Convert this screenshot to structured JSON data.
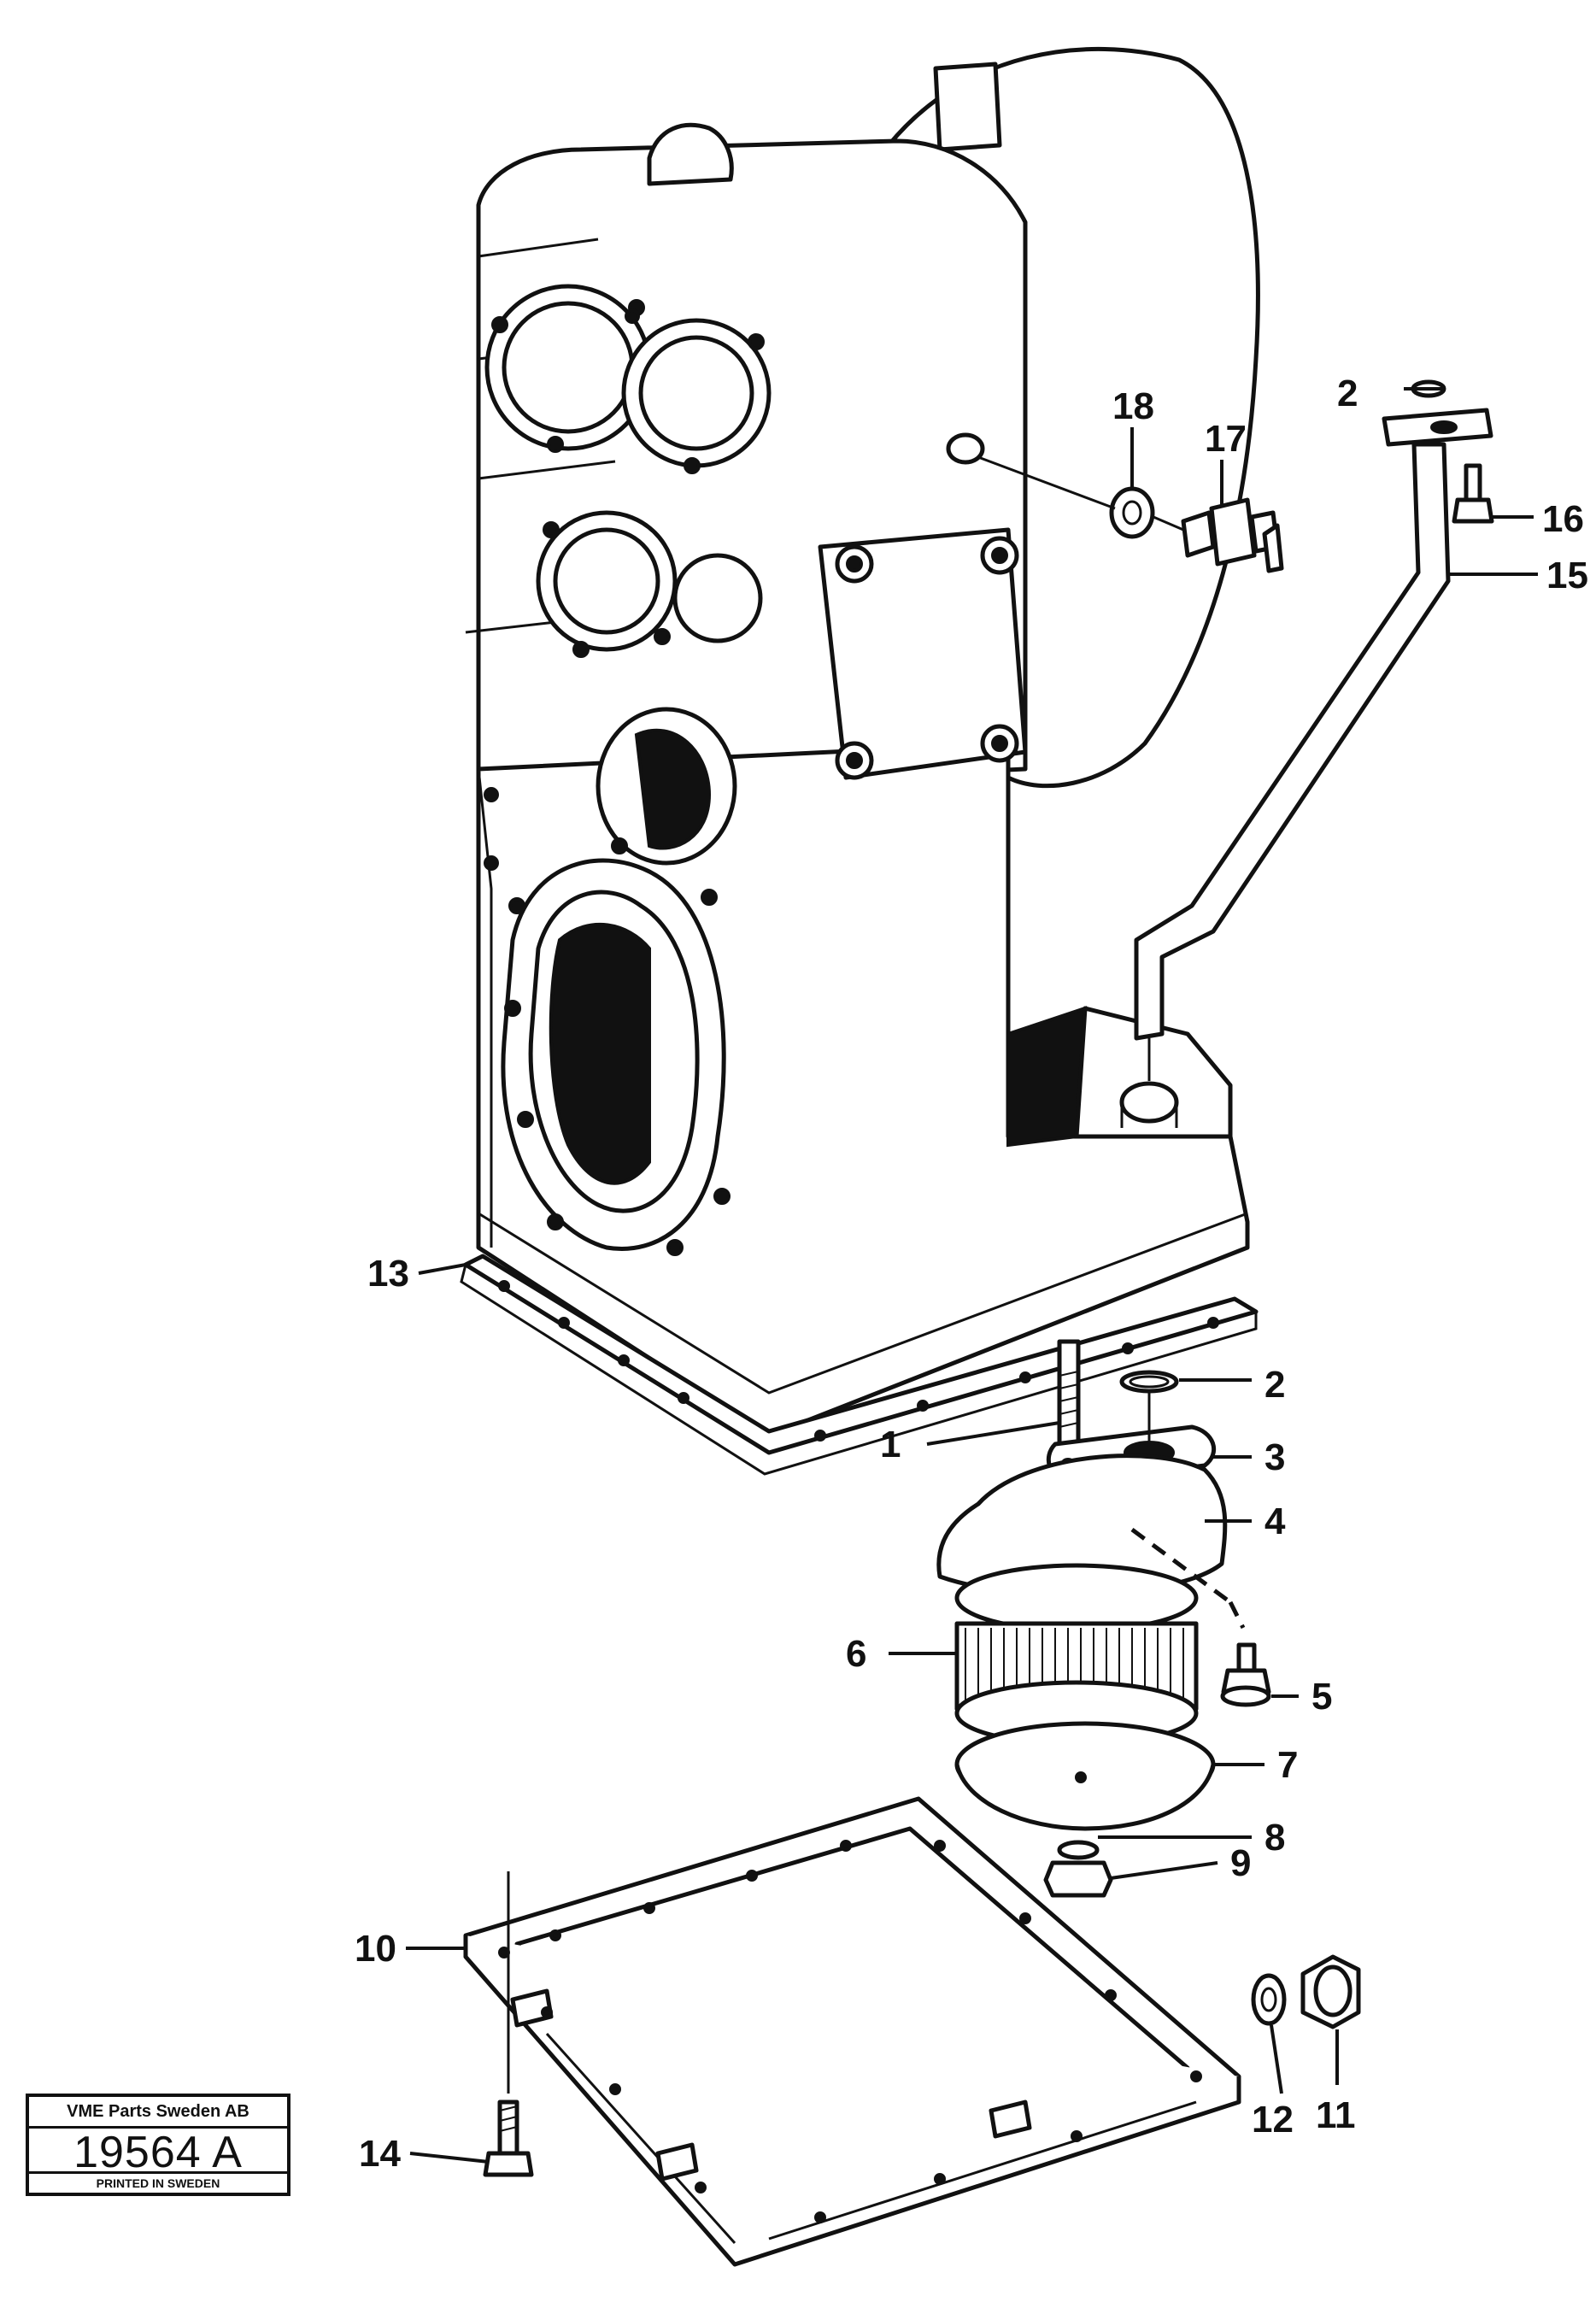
{
  "callouts": {
    "c1": "1",
    "c2a": "2",
    "c2b": "2",
    "c3": "3",
    "c4": "4",
    "c5": "5",
    "c6": "6",
    "c7": "7",
    "c8": "8",
    "c9": "9",
    "c10": "10",
    "c11": "11",
    "c12": "12",
    "c13": "13",
    "c14": "14",
    "c15": "15",
    "c16": "16",
    "c17": "17",
    "c18": "18"
  },
  "badge": {
    "company": "VME Parts Sweden AB",
    "number": "19564 A",
    "footer": "PRINTED IN SWEDEN"
  }
}
